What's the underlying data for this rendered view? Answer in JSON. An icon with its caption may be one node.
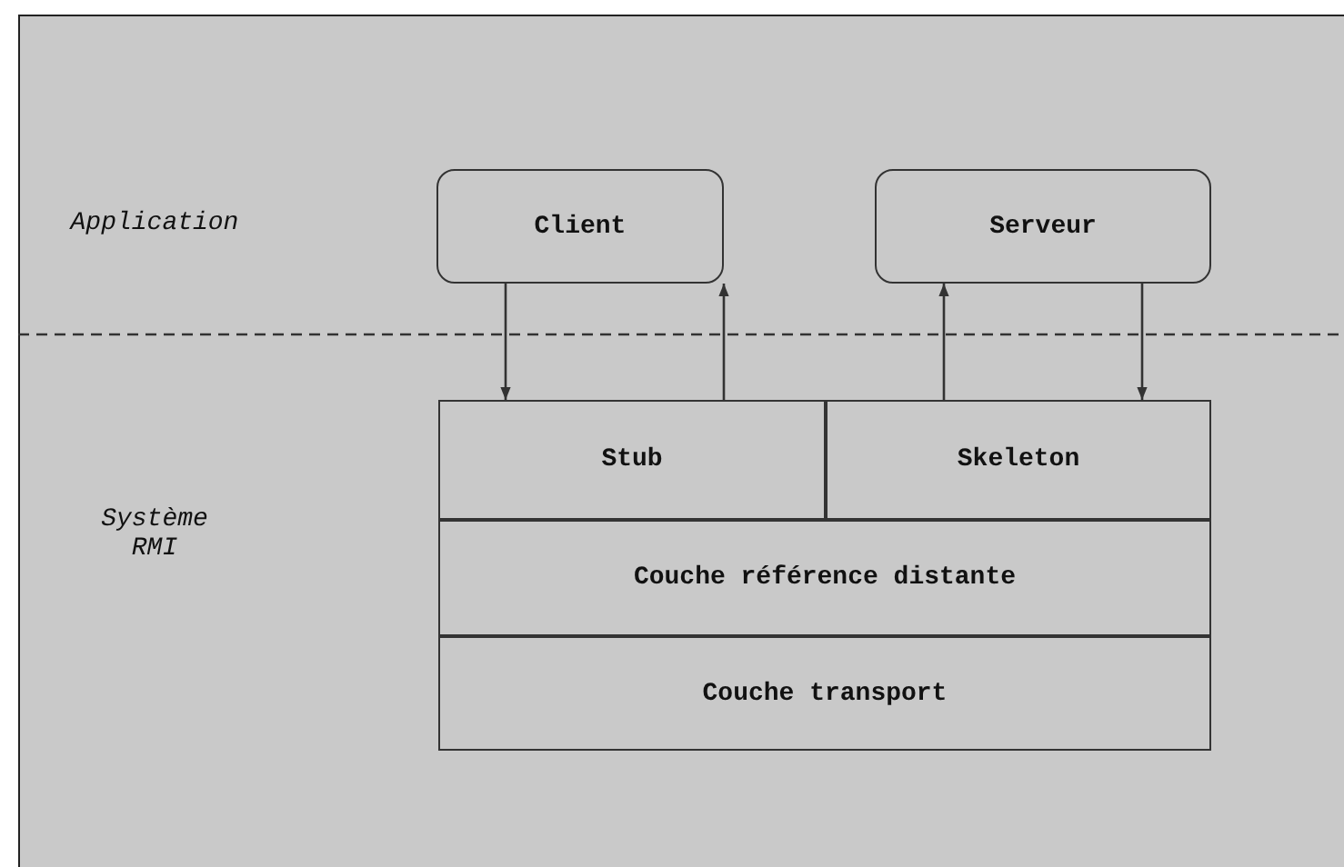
{
  "diagram": {
    "nodes": [
      {
        "text": [
          "Client"
        ]
      },
      {
        "text": [
          "Serveur"
        ]
      },
      {
        "text": [
          "Stub"
        ]
      },
      {
        "text": [
          "Skeleton"
        ]
      },
      {
        "text": [
          "Couche référence distante"
        ]
      },
      {
        "text": [
          "Couche transport"
        ]
      }
    ],
    "edges": [
      {
        "from": 0,
        "to": 2,
        "arrow": "to"
      },
      {
        "from": 2,
        "to": 0,
        "arrow": "to"
      },
      {
        "from": 3,
        "to": 1,
        "arrow": "to"
      },
      {
        "from": 1,
        "to": 3,
        "arrow": "to"
      }
    ],
    "labels": [
      "Application",
      "Système RMI"
    ]
  }
}
